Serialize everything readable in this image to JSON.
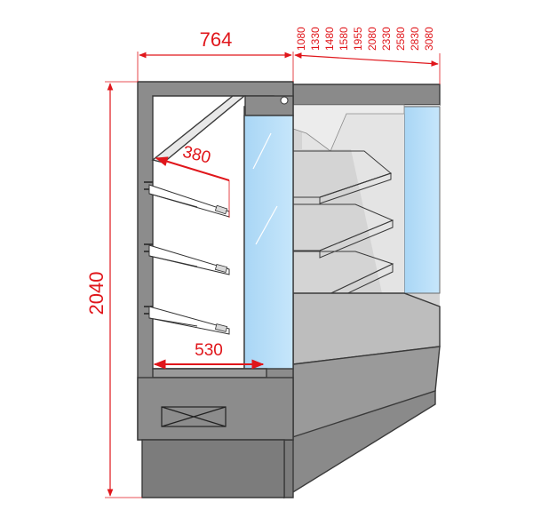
{
  "dimensions": {
    "width": "764",
    "height": "2040",
    "shelf_depth": "380",
    "base_depth": "530",
    "lengths": [
      "1080",
      "1330",
      "1480",
      "1580",
      "1955",
      "2080",
      "2330",
      "2580",
      "2830",
      "3080"
    ]
  }
}
